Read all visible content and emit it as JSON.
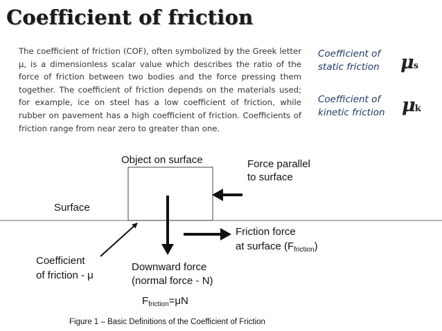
{
  "title": "Coefficient of friction",
  "paragraph": "The coefficient of friction (COF), often symbolized by the Greek letter μ, is a dimensionless scalar value which describes the ratio of the force of friction between two bodies and the force pressing them together. The coefficient of friction depends on the materials used; for example, ice on steel has a low coefficient of friction, while rubber on pavement has a high coefficient of friction. Coefficients of friction range from near zero to greater than one.",
  "static": {
    "label_1": "Coefficient of",
    "label_2": "static friction",
    "symbol": "μ",
    "sub": "s"
  },
  "kinetic": {
    "label_1": "Coefficient of",
    "label_2": "kinetic friction",
    "symbol": "μ",
    "sub": "k"
  },
  "figure": {
    "object_label": "Object on surface",
    "force_parallel_1": "Force parallel",
    "force_parallel_2": "to surface",
    "surface_label": "Surface",
    "friction_force_1": "Friction force",
    "friction_force_2": "at surface (F",
    "friction_force_sub": "friction",
    "friction_force_close": ")",
    "coef_label_1": "Coefficient",
    "coef_label_2": "of friction - μ",
    "downward_1": "Downward force",
    "downward_2": "(normal force - N)",
    "formula_f": "F",
    "formula_sub": "friction",
    "formula_rhs": "=μN",
    "caption": "Figure 1 – Basic Definitions of the Coefficient of Friction"
  }
}
